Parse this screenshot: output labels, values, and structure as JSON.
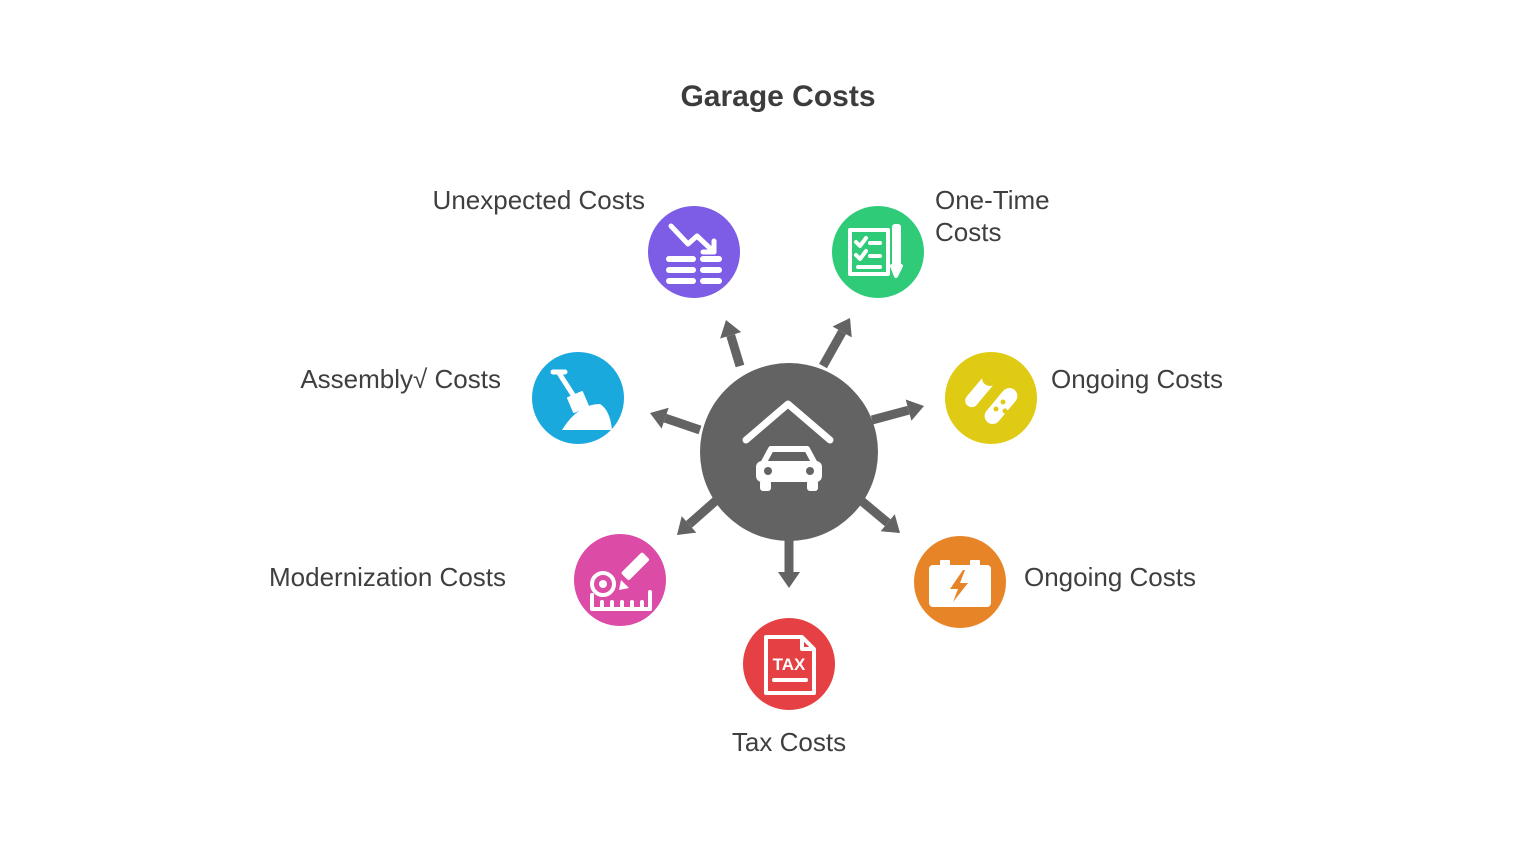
{
  "title": "Garage Costs",
  "center": {
    "icon": "garage-car-icon",
    "color": "#636363"
  },
  "nodes": [
    {
      "id": "unexpected",
      "label": "Unexpected Costs",
      "icon": "falling-money-icon",
      "color": "#7d5ce6"
    },
    {
      "id": "one-time",
      "label": "One-Time\nCosts",
      "icon": "checklist-pen-icon",
      "color": "#2fcb79"
    },
    {
      "id": "assembly",
      "label": "Assembly√ Costs",
      "icon": "shovel-icon",
      "color": "#1aa9dd"
    },
    {
      "id": "ongoing-tools",
      "label": "Ongoing Costs",
      "icon": "wrench-bandage-icon",
      "color": "#dfcb13"
    },
    {
      "id": "modernization",
      "label": "Modernization Costs",
      "icon": "tape-measure-pencil-icon",
      "color": "#dc4ba5"
    },
    {
      "id": "ongoing-battery",
      "label": "Ongoing Costs",
      "icon": "battery-icon",
      "color": "#e88428"
    },
    {
      "id": "tax",
      "label": "Tax Costs",
      "icon": "tax-document-icon",
      "color": "#e54144",
      "badge": "TAX"
    }
  ]
}
